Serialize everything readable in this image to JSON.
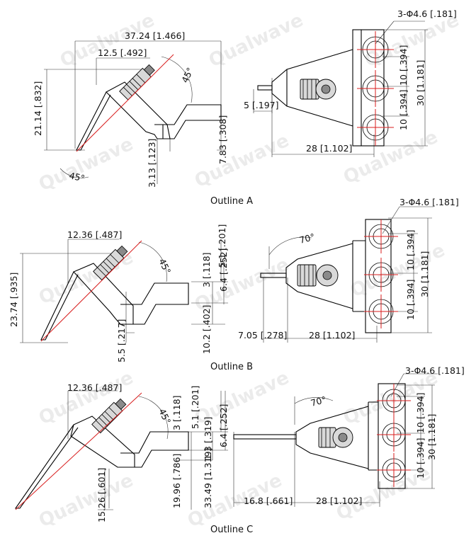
{
  "watermark": "Qualwave",
  "outlines": [
    {
      "caption": "Outline A",
      "dims": {
        "overall_width": "37.24 [1.466]",
        "offset_top": "12.5 [.492]",
        "angle_top": "45°",
        "height_left": "21.14 [.832]",
        "angle_bottom": "45°",
        "bottom_gap": "3.13 [.123]",
        "flange_height": "7.83 [.308]",
        "hole_callout": "3-Φ4.6 [.181]",
        "pitch_a": "10 [.394]",
        "pitch_b": "10 [.394]",
        "block_height": "30 [1.181]",
        "pin_offset": "5 [.197]",
        "side_length": "28 [1.102]"
      }
    },
    {
      "caption": "Outline B",
      "dims": {
        "offset_top": "12.36 [.487]",
        "angle_top": "45°",
        "height_left": "23.74 [.935]",
        "bottom_gap": "5.5 [.217]",
        "step_a": "3 [.118]",
        "step_b": "5.1 [.201]",
        "pin_height": "6.4 [.252]",
        "lower_height": "10.2 [.402]",
        "angle_side": "70°",
        "hole_callout": "3-Φ4.6 [.181]",
        "pitch_a": "10 [.394]",
        "pitch_b": "10 [.394]",
        "block_height": "30 [1.181]",
        "pin_length": "7.05 [.278]",
        "side_length": "28 [1.102]"
      }
    },
    {
      "caption": "Outline C",
      "dims": {
        "offset_top": "12.36 [.487]",
        "angle_top": "45°",
        "step_a": "3 [.118]",
        "step_b": "5.1 [.201]",
        "step_c": "1.3 [.319]",
        "pin_height": "6.4 [.252]",
        "lower_a": "19.96 [.786]",
        "lower_b": "33.49 [1.319]",
        "bottom_gap": "15.26 [.601]",
        "angle_side": "70°",
        "hole_callout": "3-Φ4.6 [.181]",
        "pitch_a": "10 [.394]",
        "pitch_b": "10 [.394]",
        "block_height": "30 [1.181]",
        "pin_length": "16.8 [.661]",
        "side_length": "28 [1.102]"
      }
    }
  ]
}
